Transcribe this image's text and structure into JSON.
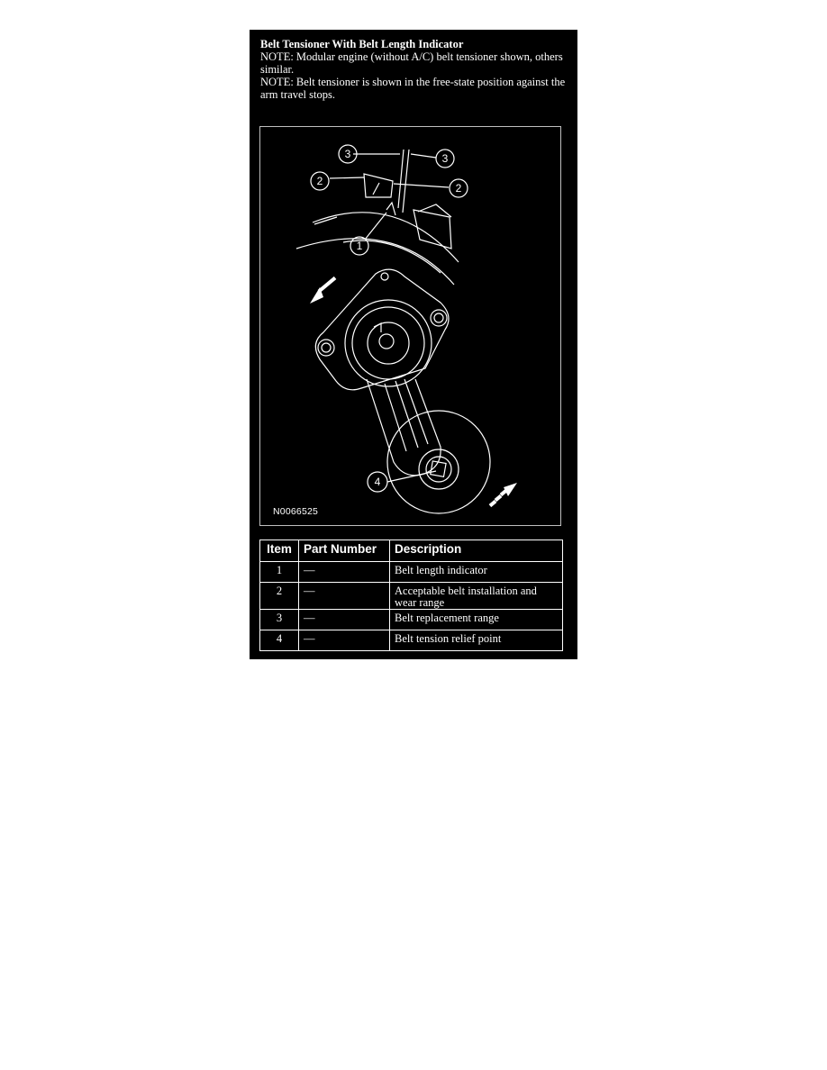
{
  "heading": {
    "title": "Belt Tensioner With Belt Length Indicator",
    "note1": "NOTE: Modular engine (without A/C) belt tensioner shown, others similar.",
    "note2": "NOTE: Belt tensioner is shown in the free-state position against the arm travel stops."
  },
  "figure": {
    "code": "N0066525",
    "callouts": [
      "3",
      "3",
      "2",
      "2",
      "1",
      "4"
    ]
  },
  "table": {
    "headers": [
      "Item",
      "Part Number",
      "Description"
    ],
    "rows": [
      {
        "item": "1",
        "part": "—",
        "description": "Belt length indicator"
      },
      {
        "item": "2",
        "part": "—",
        "description": "Acceptable belt installation and wear range"
      },
      {
        "item": "3",
        "part": "—",
        "description": "Belt replacement range"
      },
      {
        "item": "4",
        "part": "—",
        "description": "Belt tension relief point"
      }
    ]
  }
}
